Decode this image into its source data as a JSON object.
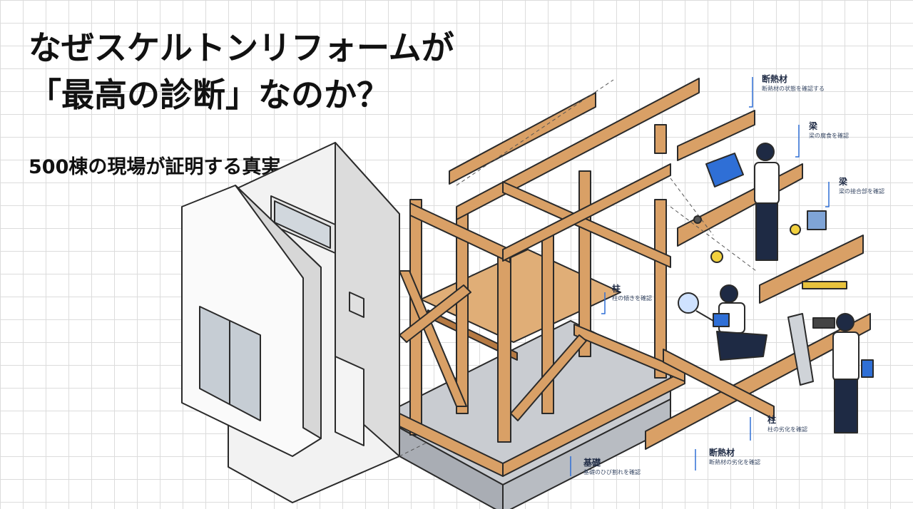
{
  "headline": {
    "line1": "なぜスケルトンリフォームが",
    "line2": "「最高の診断」なのか？"
  },
  "subtitle": "500棟の現場が証明する真実",
  "illustration": {
    "labels": [
      {
        "title": "断熱材",
        "desc": "断熱材の状態を確認する"
      },
      {
        "title": "梁",
        "desc": "梁の腐食を確認"
      },
      {
        "title": "梁",
        "desc": "梁の接合部を確認"
      },
      {
        "title": "柱",
        "desc": "柱の傾きを確認"
      },
      {
        "title": "柱",
        "desc": "柱の劣化を確認"
      },
      {
        "title": "断熱材",
        "desc": "断熱材の劣化を確認"
      },
      {
        "title": "基礎",
        "desc": "基礎のひび割れを確認"
      }
    ]
  },
  "colors": {
    "wood": "#d9a066",
    "wood_dark": "#b67a43",
    "outline": "#2a2a2a",
    "wall": "#f4f4f4",
    "concrete": "#c9ccd1",
    "accent_blue": "#2f6fd6",
    "navy": "#1e2a44"
  }
}
